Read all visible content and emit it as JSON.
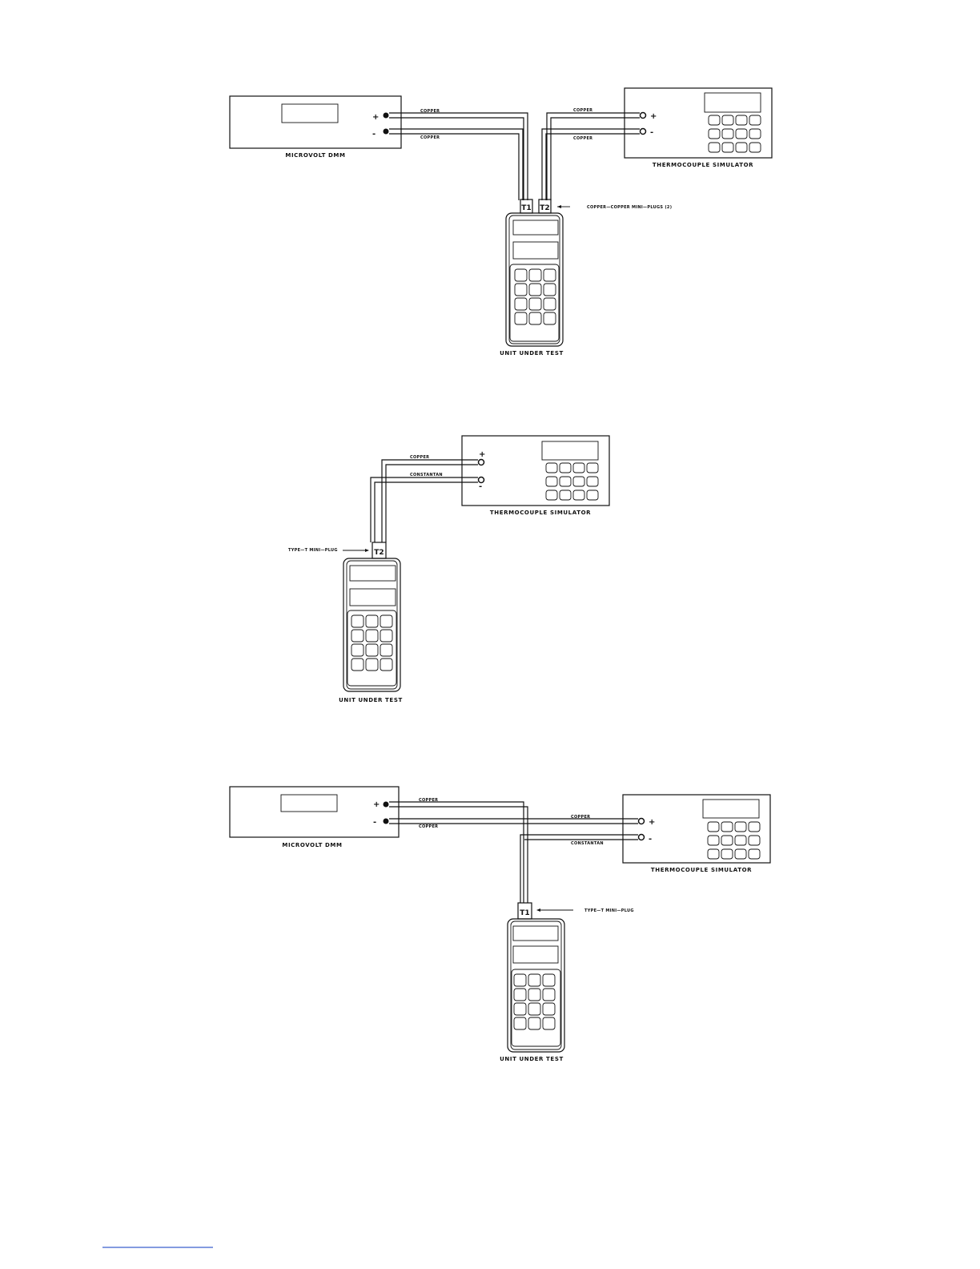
{
  "diagram_1": {
    "dmm_label": "MICROVOLT DMM",
    "simulator_label": "THERMOCOUPLE SIMULATOR",
    "uut_label": "UNIT UNDER TEST",
    "wire_dmm_pos": "COPPER",
    "wire_dmm_neg": "COPPER",
    "wire_sim_pos": "COPPER",
    "wire_sim_neg": "COPPER",
    "plug_1": "T1",
    "plug_2": "T2",
    "plugs_callout": "COPPER—COPPER MINI—PLUGS (2)"
  },
  "diagram_2": {
    "simulator_label": "THERMOCOUPLE SIMULATOR",
    "uut_label": "UNIT UNDER TEST",
    "wire_pos": "COPPER",
    "wire_neg": "CONSTANTAN",
    "plug_2": "T2",
    "plug_callout": "TYPE—T MINI—PLUG"
  },
  "diagram_3": {
    "dmm_label": "MICROVOLT DMM",
    "simulator_label": "THERMOCOUPLE SIMULATOR",
    "uut_label": "UNIT UNDER TEST",
    "wire_dmm_pos": "COPPER",
    "wire_dmm_neg": "COPPER",
    "wire_sim_pos": "COPPER",
    "wire_sim_neg": "CONSTANTAN",
    "plug_1": "T1",
    "plug_callout": "TYPE—T MINI—PLUG"
  },
  "polarity": {
    "plus": "+",
    "minus": "-"
  }
}
